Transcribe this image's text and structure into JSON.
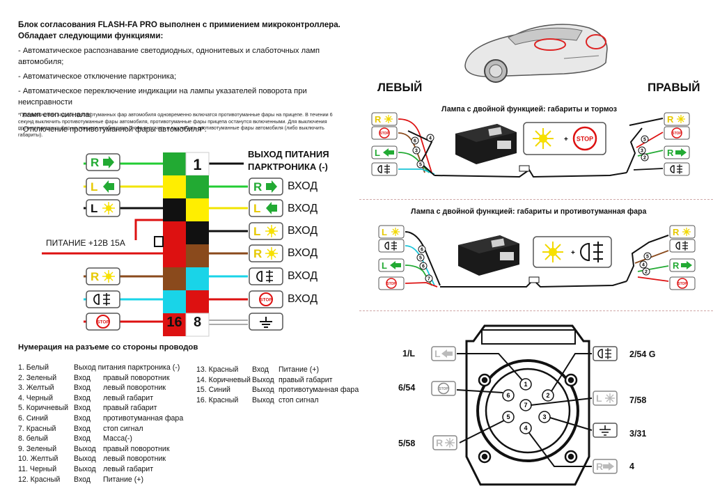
{
  "intro": {
    "title": "Блок согласования FLASH-FA PRO выполнен с примиением микроконтроллера.",
    "subtitle": "Обладает следующими функциями:",
    "features": [
      "- Автоматическое распознавание светодиодных, однонитевых  и слаботочных ламп автомобиля;",
      "- Автоматическое отключение парктроника;",
      "- Автоматическое переключение индикации на лампы указателей поворота при неисправности",
      "  ламп стоп сигнала;",
      "- Отключение противотуманной фары автомобиля*."
    ],
    "note": "*При включении задних противотуманных фар автомобиля одновременно включатся противотуманные фары на прицепе. В течении 6 секунд выключить противотуманные фары автомобиля, противотуманные фары прицепа останутся включенными. Для выключения противотуманных фар на прицепе необходимо снова включить и выключить противотуманные фары автомобиля (либо выключить габариты)."
  },
  "wiring": {
    "parktronic_label_line1": "ВЫХОД ПИТАНИЯ",
    "parktronic_label_line2": "ПАРКТРОНИКА (-)",
    "power_label": "ПИТАНИЕ +12В 15А",
    "input_label": "ВХОД",
    "pin_numbers": {
      "top": "1",
      "bottom_left": "16",
      "bottom_right": "8"
    },
    "left_colors": [
      "#22aa33",
      "#ffee00",
      "#111111",
      "#dd1111",
      "#dd1111",
      "#8a4a1c",
      "#19d4e8",
      "#dd1111"
    ],
    "right_colors": [
      "#ffffff",
      "#22aa33",
      "#ffee00",
      "#111111",
      "#8a4a1c",
      "#19d4e8",
      "#dd1111",
      "#ffffff"
    ]
  },
  "icons": {
    "r_arrow": "R",
    "l_arrow": "L",
    "stop": "STOP"
  },
  "right_panel": {
    "left_side": "ЛЕВЫЙ",
    "right_side": "ПРАВЫЙ",
    "caption1": "Лампа с двойной функцией: габариты и тормоз",
    "caption2": "Лампа с двойной функцией: габариты и противотуманная фара",
    "connector_nums_1": [
      "6",
      "5",
      "3",
      "4"
    ],
    "connector_nums_1r": [
      "5",
      "3",
      "2"
    ],
    "connector_nums_2": [
      "6",
      "5",
      "6",
      "7"
    ],
    "connector_nums_2r": [
      "5",
      "4",
      "2"
    ]
  },
  "socket": {
    "labels": {
      "p1": "1/L",
      "p2": "2/54 G",
      "p6": "6/54",
      "p7": "7/58",
      "p3": "3/31",
      "p5": "5/58",
      "p4": "4"
    },
    "pin_numbers": [
      "1",
      "2",
      "3",
      "4",
      "5",
      "6",
      "7"
    ]
  },
  "pin_table": {
    "heading": "Нумерация на разъеме со стороны проводов",
    "col1": [
      [
        "1. Белый",
        "Выход питания парктроника (-)",
        ""
      ],
      [
        "2. Зеленый",
        "Вход",
        "правый поворотник"
      ],
      [
        "3. Желтый",
        "Вход",
        "левый поворотник"
      ],
      [
        "4. Черный",
        "Вход",
        "левый габарит"
      ],
      [
        "5. Коричневый",
        "Вход",
        "правый габарит"
      ],
      [
        "6. Синий",
        "Вход",
        "противотуманная фара"
      ],
      [
        "7. Красный",
        "Вход",
        "стоп сигнал"
      ],
      [
        "8. белый",
        "Вход",
        "Масса(-)"
      ],
      [
        "9. Зеленый",
        "Выход",
        "правый поворотник"
      ],
      [
        "10. Желтый",
        "Выход",
        "левый поворотник"
      ],
      [
        "11. Черный",
        "Выход",
        "левый габарит"
      ],
      [
        "12. Красный",
        "Вход",
        "Питание (+)"
      ]
    ],
    "col2": [
      [
        "13. Красный",
        "Вход",
        "Питание (+)"
      ],
      [
        "14. Коричневый",
        "Выход",
        "правый габарит"
      ],
      [
        "15. Синий",
        "Выход",
        "противотуманная фара"
      ],
      [
        "16. Красный",
        "Выход",
        "стоп сигнал"
      ]
    ]
  }
}
